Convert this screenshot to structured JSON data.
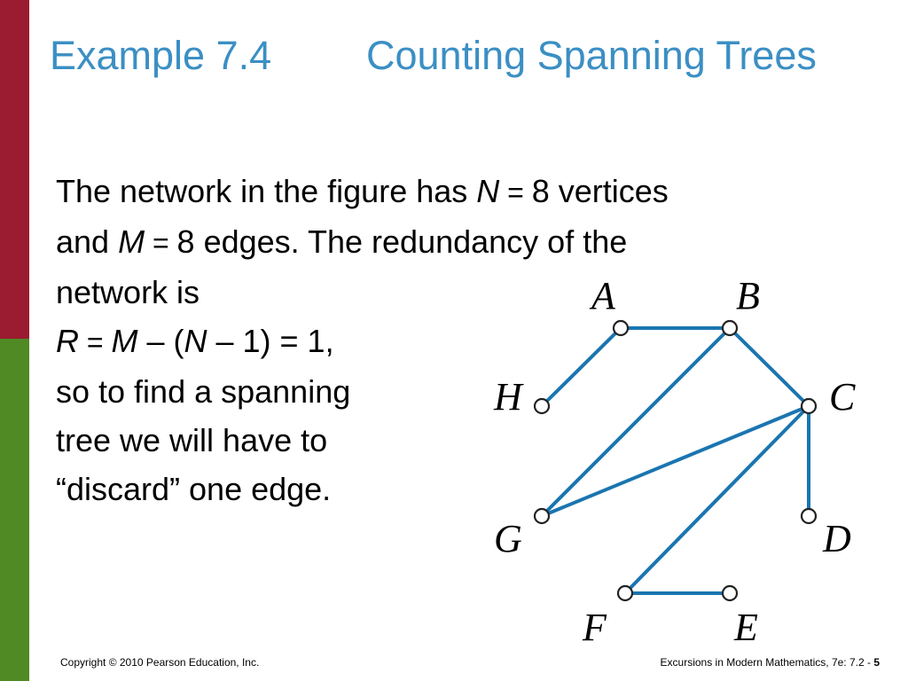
{
  "title": {
    "example": "Example 7.4",
    "name": "Counting Spanning Trees"
  },
  "body": {
    "l1_a": "The network in the figure has ",
    "l1_n": "N",
    "l1_eq": " = ",
    "l1_b": "8 vertices",
    "l2_a": "and ",
    "l2_m": "M",
    "l2_eq": " = ",
    "l2_b": "8 edges. The redundancy of the",
    "l3": "network is",
    "l4_r": "R",
    "l4_eq1": " = ",
    "l4_m": "M",
    "l4_mid": " – (",
    "l4_n": "N",
    "l4_tail": " – 1) = 1,",
    "l5": "so to find a spanning",
    "l6": "tree we will have to",
    "l7": "“discard” one edge."
  },
  "graph": {
    "edge_color": "#1a75b0",
    "vertices": [
      "A",
      "B",
      "C",
      "D",
      "E",
      "F",
      "G",
      "H"
    ],
    "edges": [
      [
        "A",
        "B"
      ],
      [
        "A",
        "H"
      ],
      [
        "B",
        "C"
      ],
      [
        "B",
        "G"
      ],
      [
        "C",
        "G"
      ],
      [
        "C",
        "D"
      ],
      [
        "C",
        "F"
      ],
      [
        "F",
        "E"
      ]
    ]
  },
  "footer": {
    "copyright": "Copyright © 2010 Pearson Education, Inc.",
    "book": "Excursions in Modern Mathematics, 7e: 7.2 - ",
    "page": "5"
  },
  "colors": {
    "top_bar": "#9b1b30",
    "bottom_bar": "#4f8a25",
    "title": "#3b8fc4"
  }
}
